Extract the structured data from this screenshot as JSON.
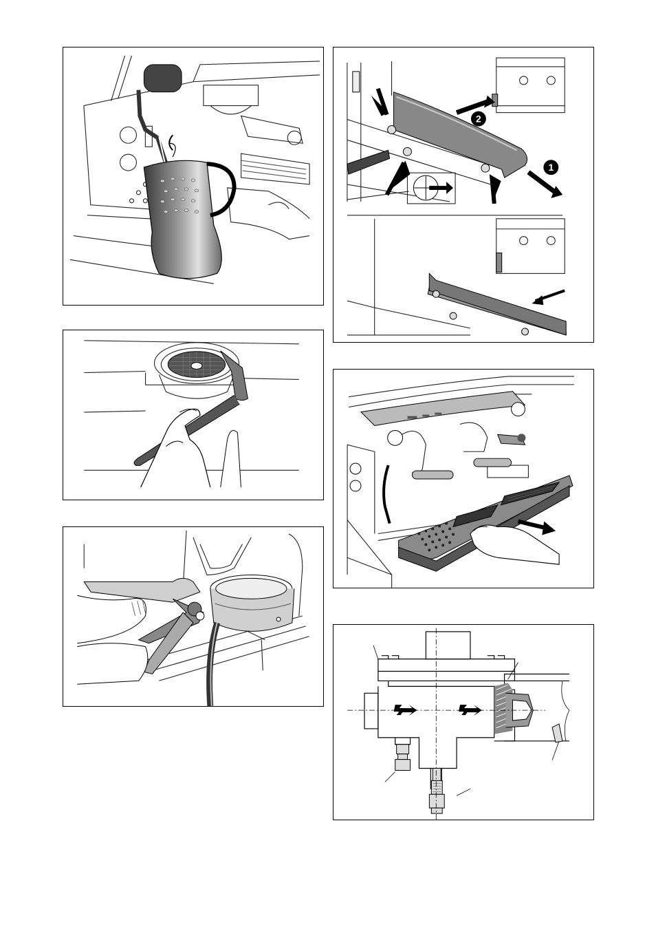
{
  "page": {
    "figures": [
      {
        "id": "steam-wand-pitcher",
        "label": ""
      },
      {
        "id": "filter-holder-cleaning",
        "label": ""
      },
      {
        "id": "wrench-fitting",
        "label": ""
      },
      {
        "id": "side-panel-removal",
        "label": ""
      },
      {
        "id": "drip-tray-removal",
        "label": ""
      },
      {
        "id": "valve-cross-section",
        "label": ""
      }
    ],
    "callouts": {
      "step_one": "1",
      "step_two": "2"
    }
  }
}
